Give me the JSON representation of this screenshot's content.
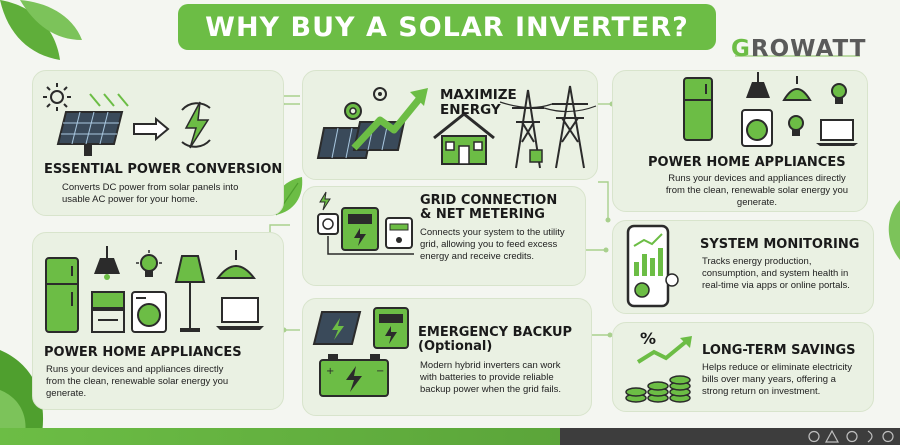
{
  "title": "WHY BUY A SOLAR INVERTER?",
  "brand": {
    "first": "G",
    "rest": "ROWATT"
  },
  "sections": {
    "essential": {
      "heading": "ESSENTIAL POWER CONVERSION",
      "body": [
        "Converts DC power from solar panels into",
        "usable AC power for your home."
      ]
    },
    "appliances_left": {
      "heading": "POWER HOME APPLIANCES",
      "body": [
        "Runs your devices and appliances directly",
        "from the clean, renewable solar energy you",
        "generate."
      ]
    },
    "maximize": {
      "heading": [
        "MAXIMIZE",
        "ENERGY"
      ]
    },
    "grid": {
      "heading": [
        "GRID CONNECTION",
        "& NET METERING"
      ],
      "body": [
        "Connects your system to the utility",
        "grid, allowing you to feed excess",
        "energy and receive credits."
      ]
    },
    "backup": {
      "heading": [
        "EMERGENCY BACKUP",
        "(Optional)"
      ],
      "body": [
        "Modern hybrid inverters can work",
        "with batteries to provide reliable",
        "backup power when the grid fails."
      ]
    },
    "appliances_right": {
      "heading": "POWER HOME APPLIANCES",
      "body": [
        "Runs your devices and appliances directly",
        "from the clean, renewable solar energy you",
        "generate."
      ]
    },
    "monitoring": {
      "heading": "SYSTEM MONITORING",
      "body": [
        "Tracks energy production,",
        "consumption, and system health in",
        "real-time via apps or online portals."
      ]
    },
    "savings": {
      "heading": "LONG-TERM SAVINGS",
      "body": [
        "Helps reduce or eliminate electricity",
        "bills over many years, offering a",
        "strong return on investment."
      ],
      "badge": "%"
    }
  },
  "colors": {
    "accent": "#6cbd45",
    "dark": "#2b2b2b",
    "panel": "#eaf1e3",
    "bg": "#f4f6f1"
  }
}
